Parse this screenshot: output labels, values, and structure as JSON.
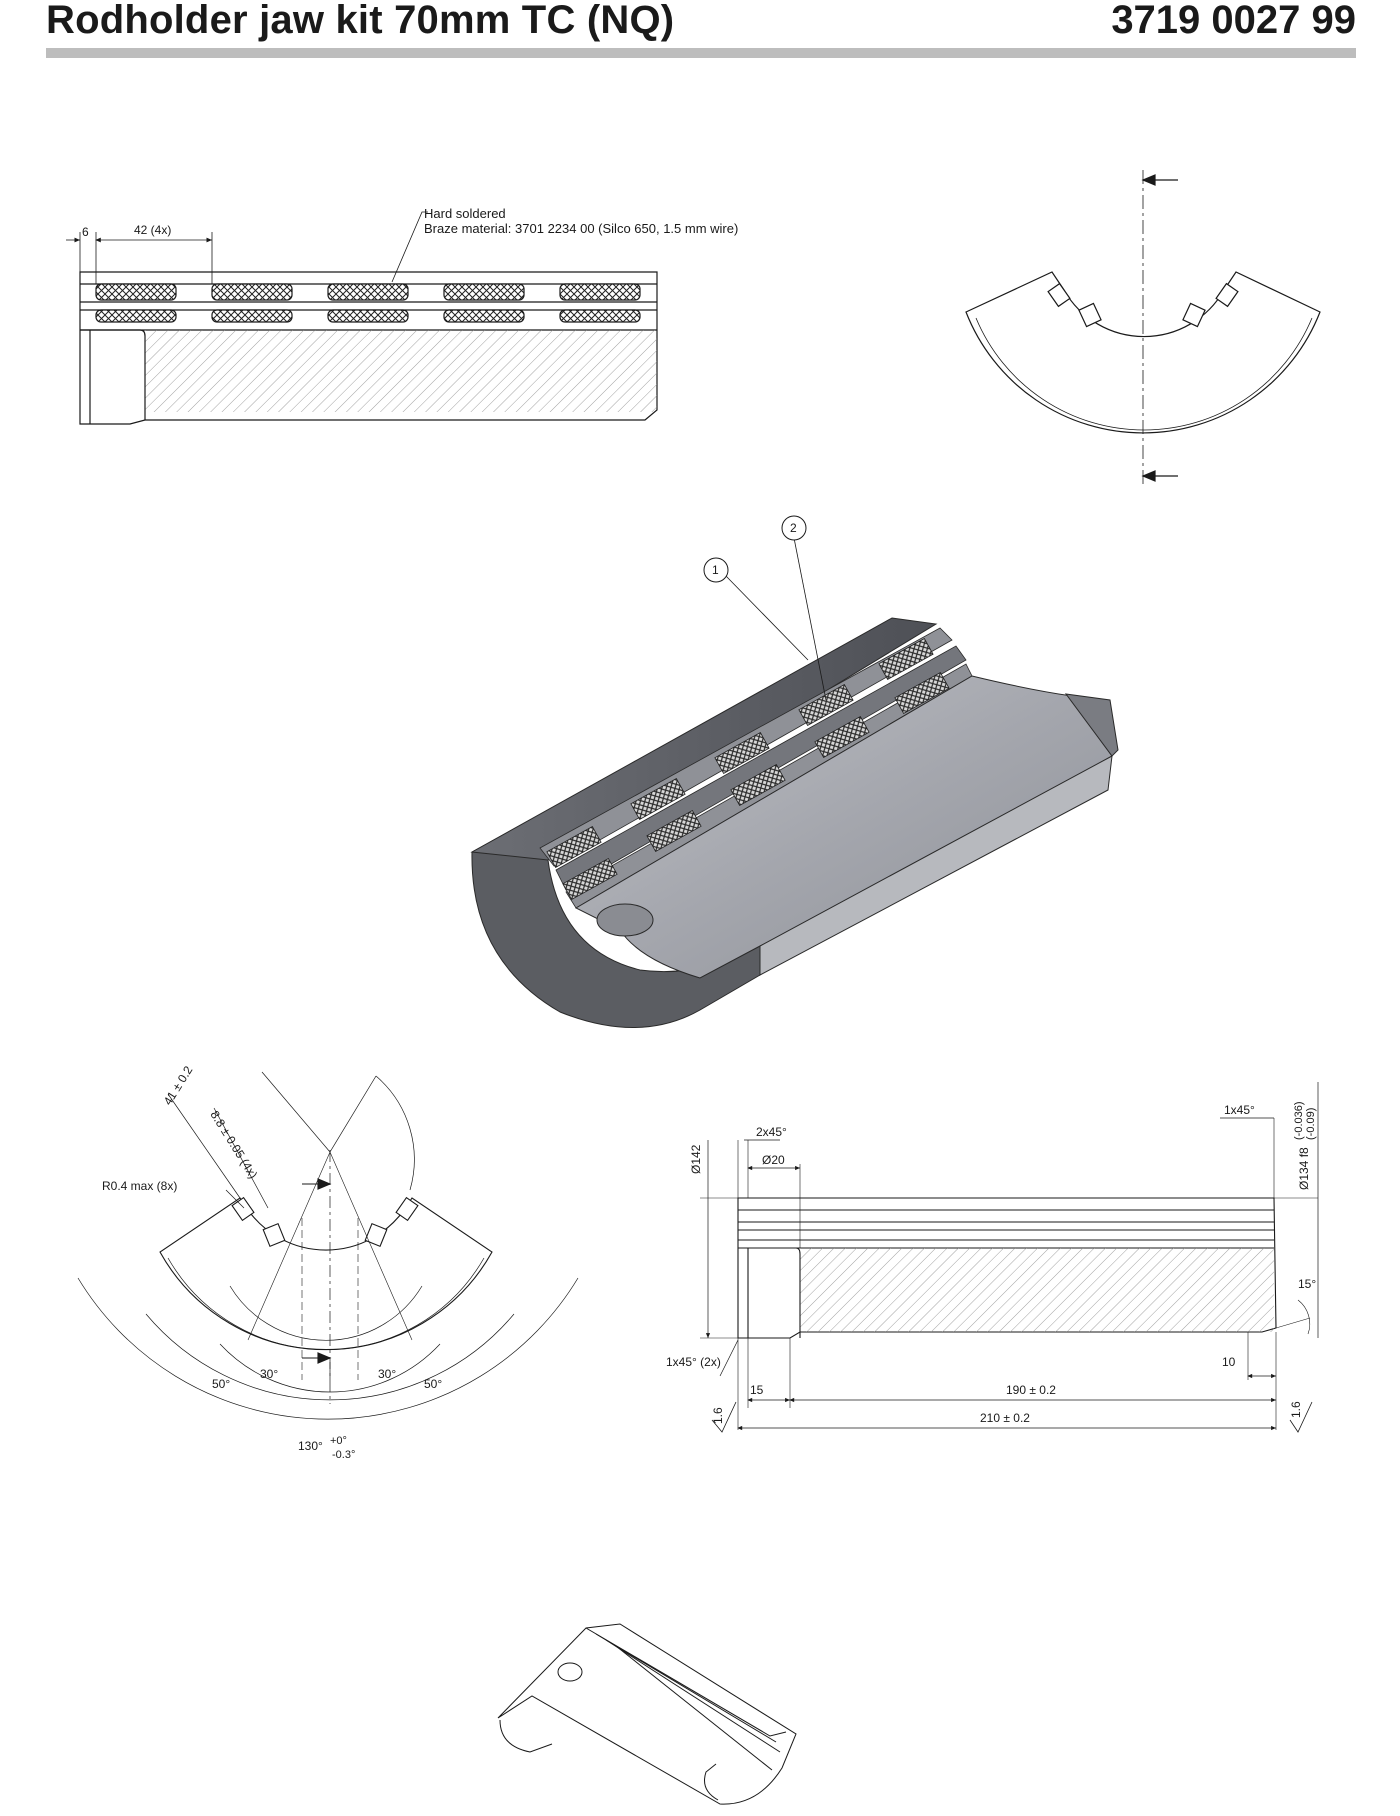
{
  "header": {
    "title": "Rodholder jaw kit 70mm TC (NQ)",
    "part_number": "3719 0027 99"
  },
  "top_view": {
    "dim_6": "6",
    "dim_42": "42 (4x)",
    "note_line1": "Hard soldered",
    "note_line2": "Braze material: 3701 2234 00 (Silco 650, 1.5 mm wire)"
  },
  "iso_view": {
    "balloon_1": "1",
    "balloon_2": "2"
  },
  "end_view": {
    "dim_41": "41 ± 0.2",
    "dim_8_8": "8.8 ± 0.05 (4x)",
    "radius_note": "R0.4 max (8x)",
    "angle_30_left": "30°",
    "angle_30_right": "30°",
    "angle_50_left": "50°",
    "angle_50_right": "50°",
    "angle_130": "130°",
    "tol_plus": "+0°",
    "tol_minus": "-0.3°"
  },
  "side_view": {
    "dia_142": "Ø142",
    "chamfer_2x45": "2x45°",
    "dia_20": "Ø20",
    "chamfer_1x45": "1x45°",
    "dia_134": "Ø134 f8",
    "tol_upper": "(-0.036)",
    "tol_lower": "(-0.09)",
    "angle_15": "15°",
    "chamfer_1x45_2x": "1x45° (2x)",
    "dim_10": "10",
    "dim_15": "15",
    "dim_190": "190 ± 0.2",
    "dim_210": "210 ± 0.2",
    "rough_left": "1.6",
    "rough_right": "1.6"
  }
}
